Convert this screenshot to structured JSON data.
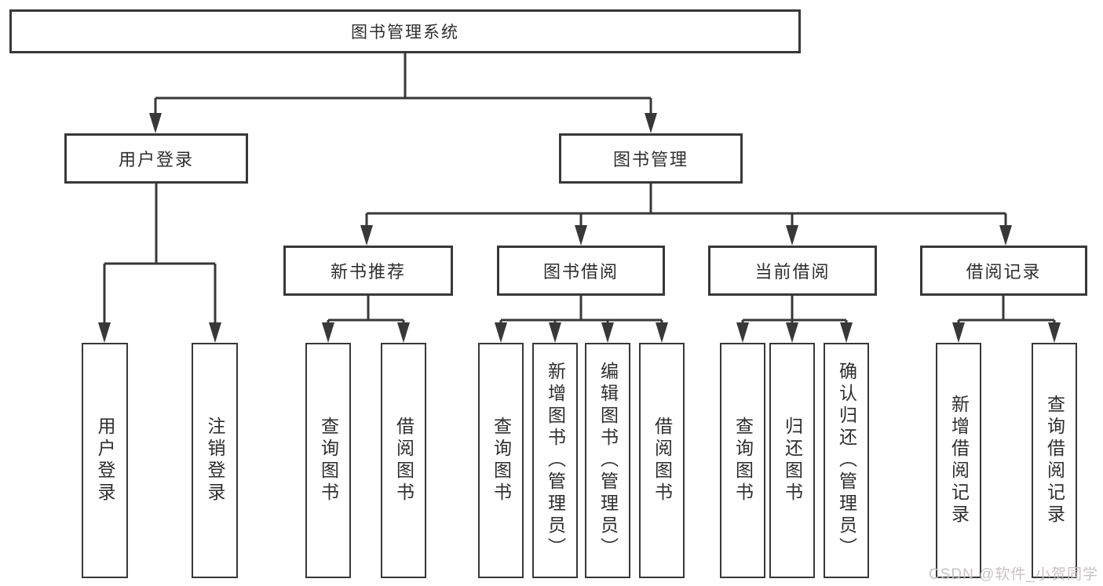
{
  "diagram": {
    "title": "图书管理系统",
    "watermark": "CSDN @软件_小贺同学",
    "colors": {
      "line": "#383838",
      "text": "#2e2e2e",
      "watermark": "#c5bfbf",
      "background": "#ffffff"
    },
    "branches": {
      "user_login": {
        "label": "用户登录",
        "children": [
          {
            "label": "用户登录"
          },
          {
            "label": "注销登录"
          }
        ]
      },
      "book_mgmt": {
        "label": "图书管理",
        "children": [
          {
            "label": "新书推荐",
            "children": [
              {
                "label": "查询图书"
              },
              {
                "label": "借阅图书"
              }
            ]
          },
          {
            "label": "图书借阅",
            "children": [
              {
                "label": "查询图书"
              },
              {
                "label": "新增图书（管理员）"
              },
              {
                "label": "编辑图书（管理员）"
              },
              {
                "label": "借阅图书"
              }
            ]
          },
          {
            "label": "当前借阅",
            "children": [
              {
                "label": "查询图书"
              },
              {
                "label": "归还图书"
              },
              {
                "label": "确认归还（管理员）"
              }
            ]
          },
          {
            "label": "借阅记录",
            "children": [
              {
                "label": "新增借阅记录"
              },
              {
                "label": "查询借阅记录"
              }
            ]
          }
        ]
      }
    }
  }
}
